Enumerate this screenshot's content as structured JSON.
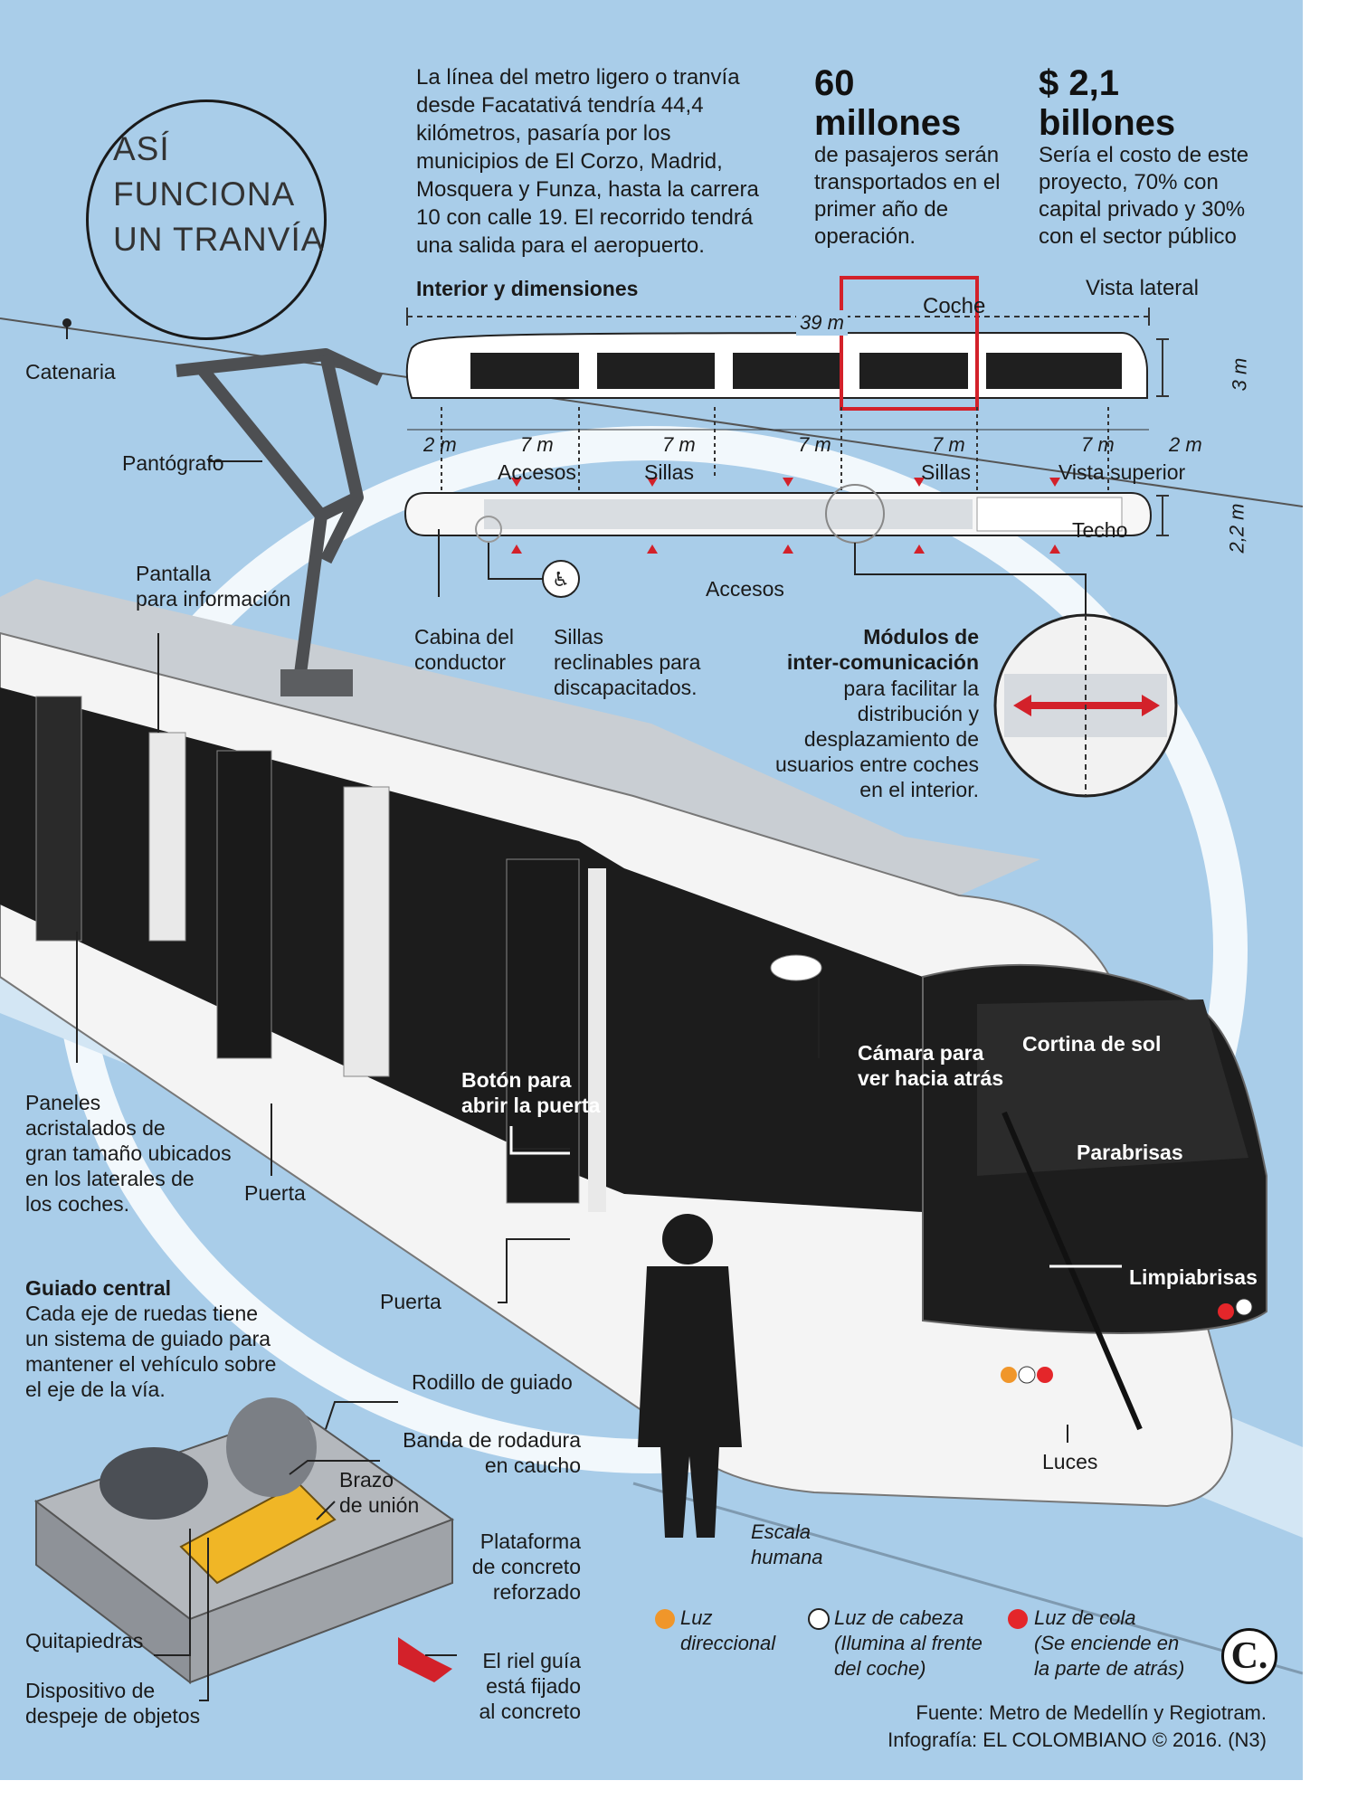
{
  "title": "ASÍ\nFUNCIONA\nUN TRANVÍA",
  "intro": "La línea del metro ligero o tranvía\ndesde Facatativá tendría 44,4\nkilómetros, pasaría por los\nmunicipios de El Corzo, Madrid,\nMosquera y Funza, hasta la carrera\n10 con calle 19. El recorrido tendrá\nuna salida para el aeropuerto.",
  "stats": [
    {
      "value": "60\nmillones",
      "text": "de pasajeros serán\ntransportados en el\nprimer año de\noperación."
    },
    {
      "value": "$ 2,1\nbillones",
      "text": "Sería el costo de este\nproyecto, 70% con\ncapital privado y 30%\ncon el sector público"
    }
  ],
  "dimensions": {
    "heading": "Interior y dimensiones",
    "side_view": "Vista lateral",
    "top_view": "Vista superior",
    "coche": "Coche",
    "length": "39 m",
    "height": "3 m",
    "width": "2,2 m",
    "segments": [
      "2 m",
      "7 m",
      "7 m",
      "7 m",
      "7 m",
      "7 m",
      "2 m"
    ],
    "accesos_top": "Accesos",
    "sillas_1": "Sillas",
    "sillas_2": "Sillas",
    "accesos_bottom": "Accesos",
    "techo": "Techo",
    "cabina": "Cabina del\nconductor",
    "sillas_reclinables": "Sillas\nreclinables para\ndiscapacitados.",
    "modulos_title": "Módulos de\ninter-comunicación",
    "modulos_text": "para facilitar la\ndistribución y\ndesplazamiento de\nusuarios entre coches\nen el interior."
  },
  "labels": {
    "catenaria": "Catenaria",
    "pantografo": "Pantógrafo",
    "pantalla": "Pantalla\npara información",
    "paneles": "Paneles\nacristalados de\ngran tamaño ubicados\nen los laterales de\nlos coches.",
    "puerta_1": "Puerta",
    "puerta_2": "Puerta",
    "boton": "Botón para\nabrir la puerta",
    "camara": "Cámara para\nver hacia atrás",
    "cortina": "Cortina de sol",
    "parabrisas": "Parabrisas",
    "limpiabrisas": "Limpiabrisas",
    "luces": "Luces",
    "escala": "Escala\nhumana"
  },
  "guiado": {
    "title": "Guiado central",
    "text": "Cada eje de ruedas tiene\nun sistema de guiado para\nmantener el vehículo sobre\nel eje de la vía.",
    "rodillo": "Rodillo de guiado",
    "banda": "Banda de rodadura\nen caucho",
    "brazo": "Brazo\nde unión",
    "plataforma": "Plataforma\nde concreto\nreforzado",
    "quitapiedras": "Quitapiedras",
    "dispositivo": "Dispositivo de\ndespeje de objetos",
    "riel": "El riel guía\nestá fijado\nal concreto"
  },
  "legend": [
    {
      "label": "Luz\ndireccional",
      "color": "#f0962a"
    },
    {
      "label": "Luz de cabeza\n(Ilumina al frente\ndel coche)",
      "color": "#ffffff"
    },
    {
      "label": "Luz de cola\n(Se enciende en\nla parte de atrás)",
      "color": "#e4262a"
    }
  ],
  "source": "Fuente: Metro de Medellín y Regiotram.",
  "credit": "Infografía: EL COLOMBIANO © 2016. (N3)",
  "logo": "C."
}
